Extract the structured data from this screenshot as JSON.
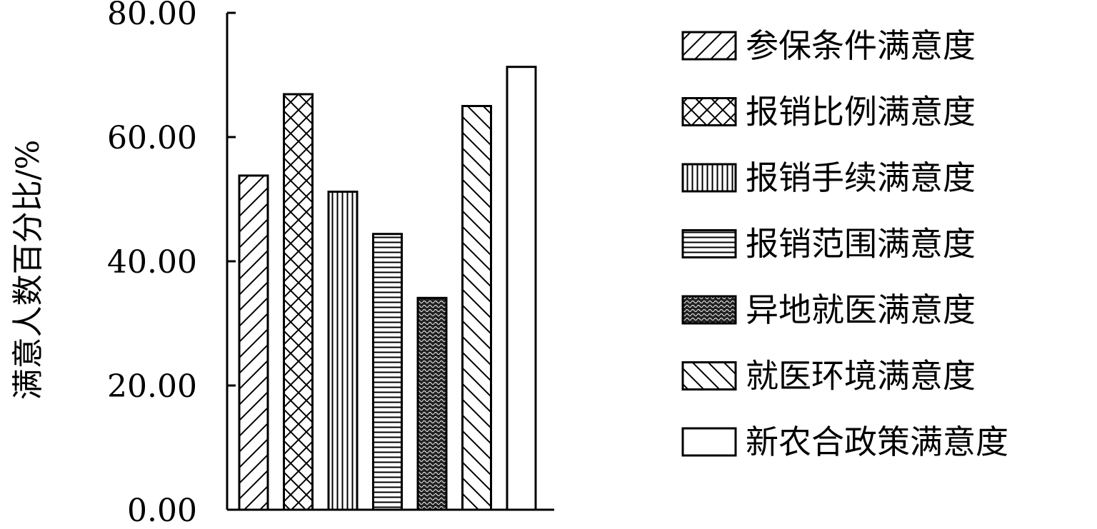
{
  "chart_data": {
    "type": "bar",
    "ylabel": "满意人数百分比/%",
    "xlabel": "",
    "title": "",
    "ylim": [
      0,
      80
    ],
    "yticks": [
      "0.00",
      "20.00",
      "40.00",
      "60.00",
      "80.00"
    ],
    "grid": false,
    "legend_position": "right",
    "series": [
      {
        "name": "参保条件满意度",
        "value": 53.8,
        "pattern": "diag-up"
      },
      {
        "name": "报销比例满意度",
        "value": 66.9,
        "pattern": "crosshatch"
      },
      {
        "name": "报销手续满意度",
        "value": 51.2,
        "pattern": "vertical"
      },
      {
        "name": "报销范围满意度",
        "value": 44.4,
        "pattern": "horizontal"
      },
      {
        "name": "异地就医满意度",
        "value": 34.1,
        "pattern": "dense-wave"
      },
      {
        "name": "就医环境满意度",
        "value": 65.0,
        "pattern": "diag-down"
      },
      {
        "name": "新农合政策满意度",
        "value": 71.3,
        "pattern": "none"
      }
    ]
  }
}
